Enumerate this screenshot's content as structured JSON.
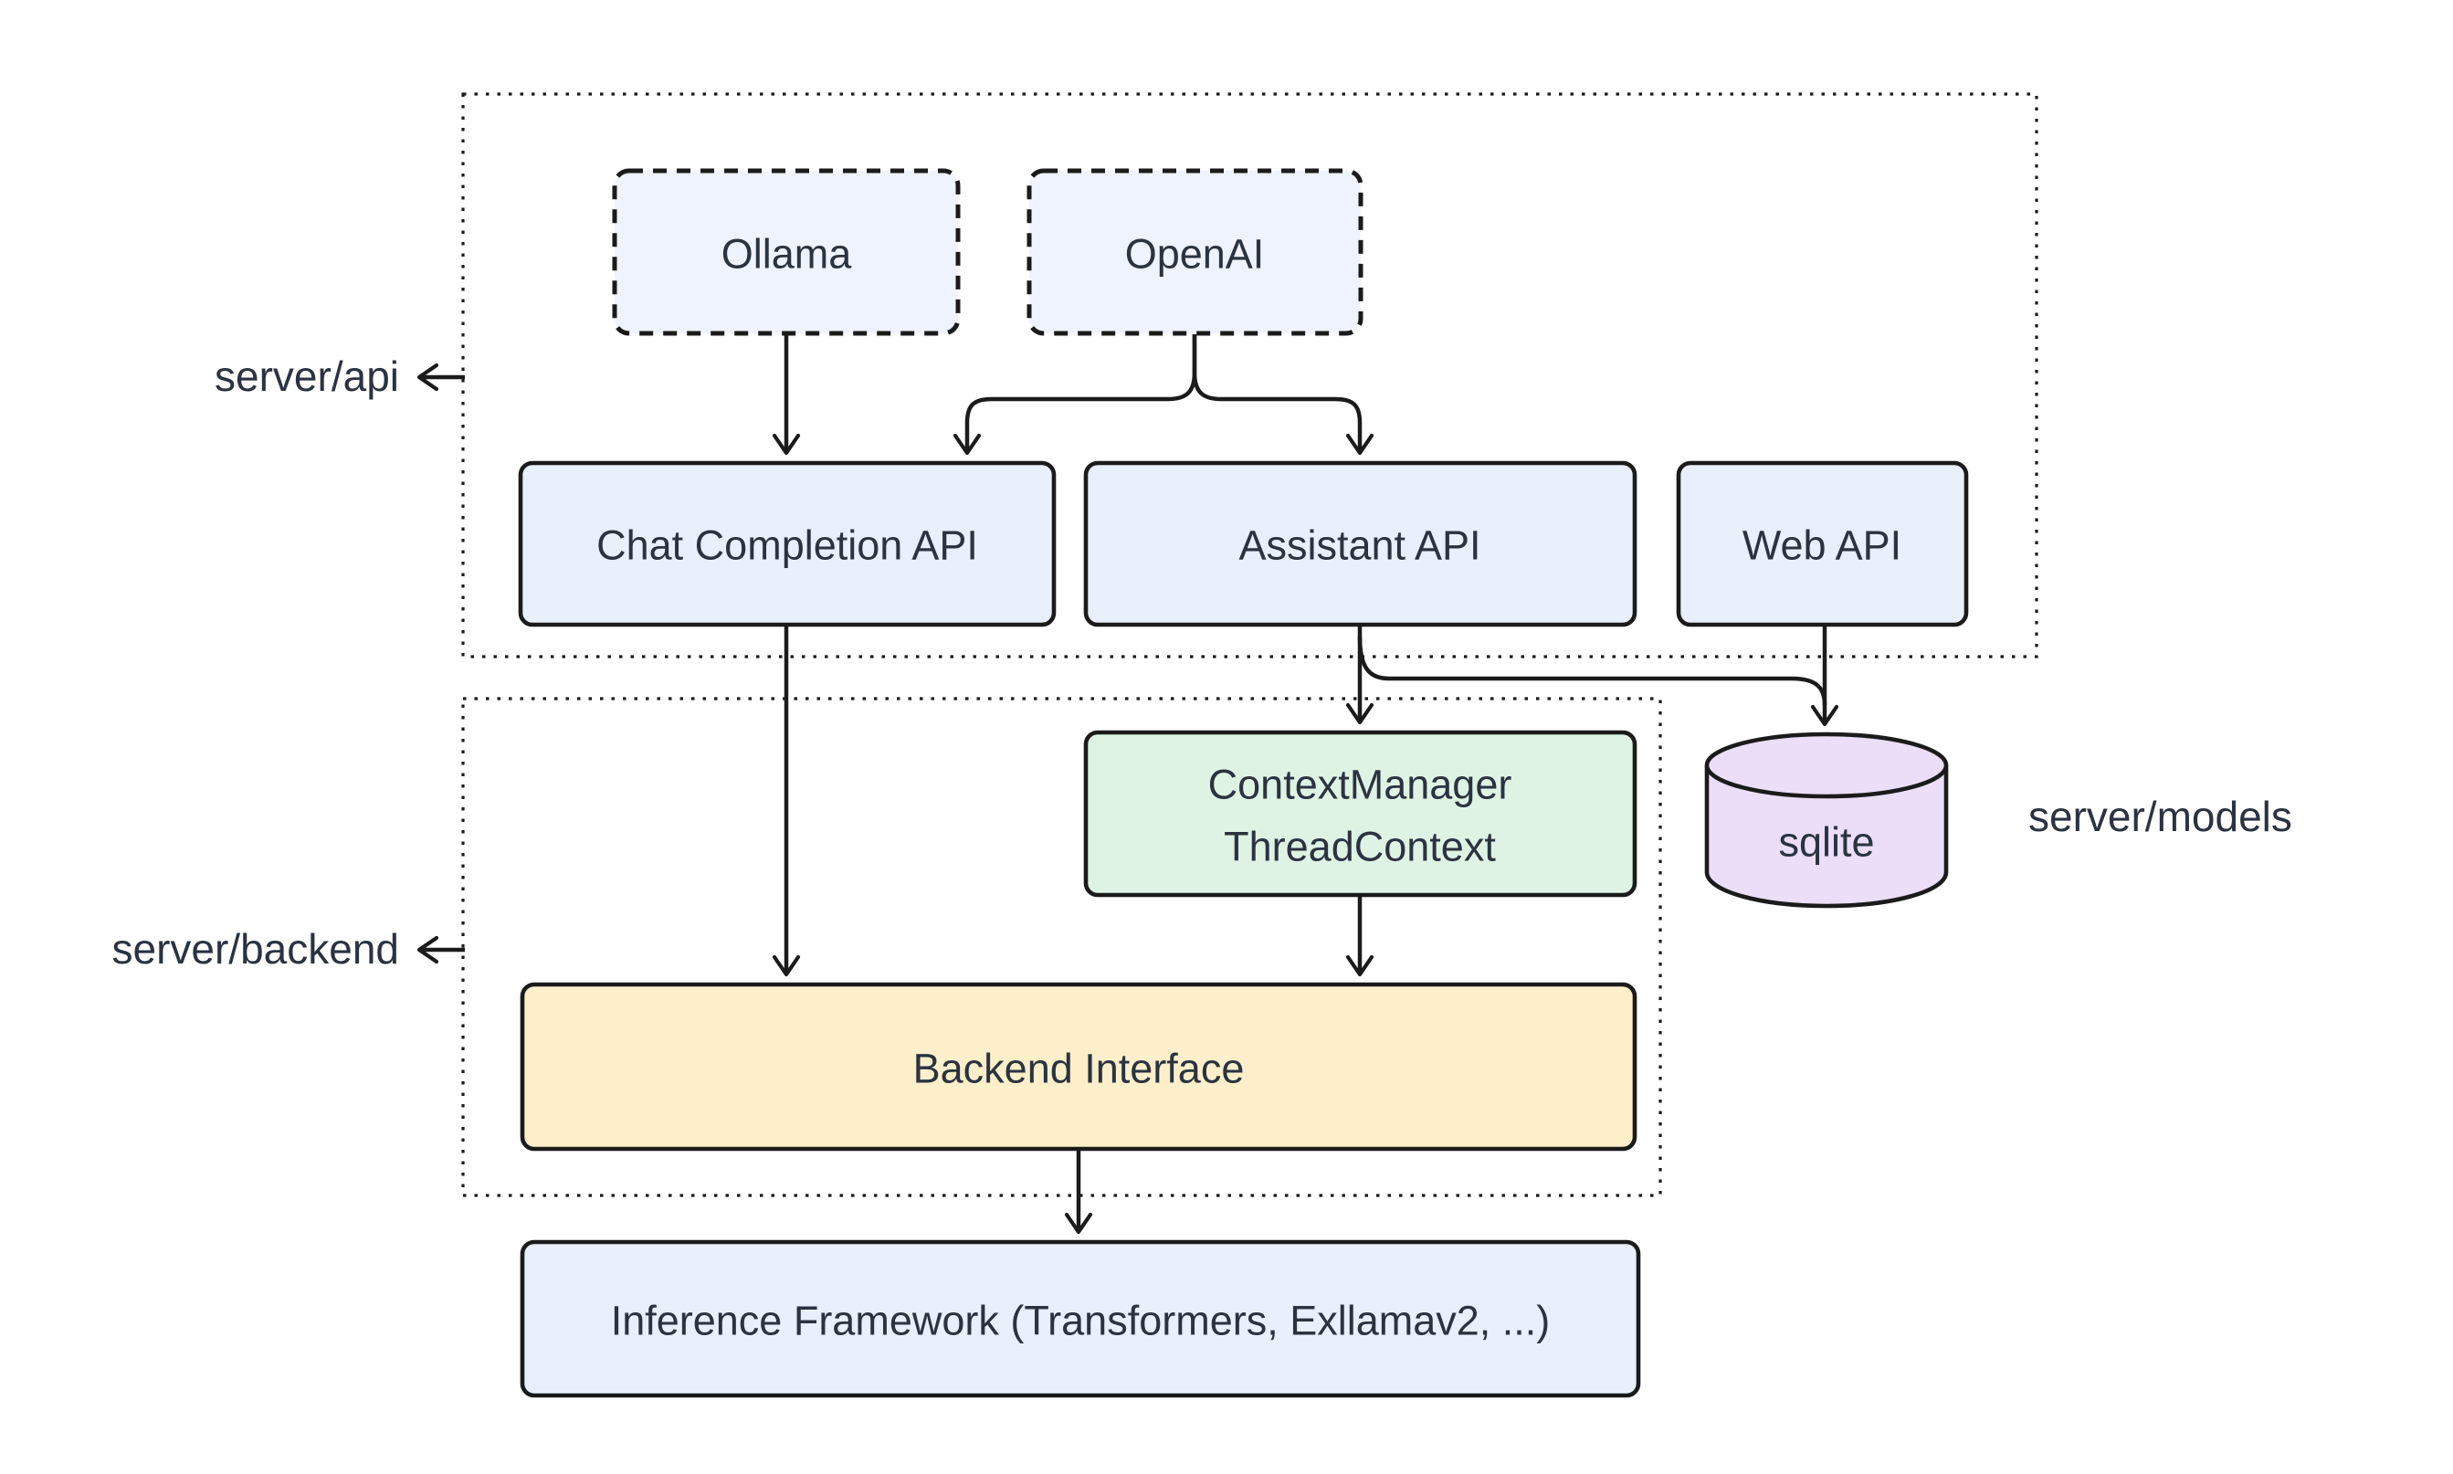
{
  "diagram": {
    "groups": {
      "api": {
        "label": "server/api"
      },
      "backend": {
        "label": "server/backend"
      },
      "models": {
        "label": "server/models"
      }
    },
    "nodes": {
      "ollama": {
        "label": "Ollama"
      },
      "openai": {
        "label": "OpenAI"
      },
      "chat_completion_api": {
        "label": "Chat Completion API"
      },
      "assistant_api": {
        "label": "Assistant API"
      },
      "web_api": {
        "label": "Web API"
      },
      "context_manager": {
        "line1": "ContextManager",
        "line2": "ThreadContext"
      },
      "sqlite": {
        "label": "sqlite"
      },
      "backend_interface": {
        "label": "Backend Interface"
      },
      "inference_framework": {
        "label": "Inference Framework (Transformers, Exllamav2, ...)"
      }
    },
    "colors": {
      "node_blue": "#e9effb",
      "node_blue_light": "#eff3fd",
      "node_green": "#def3e4",
      "node_yellow": "#fdefca",
      "node_purple": "#eadef8",
      "stroke": "#1b1b1b",
      "text": "#2b3340",
      "background": "#ffffff"
    }
  }
}
